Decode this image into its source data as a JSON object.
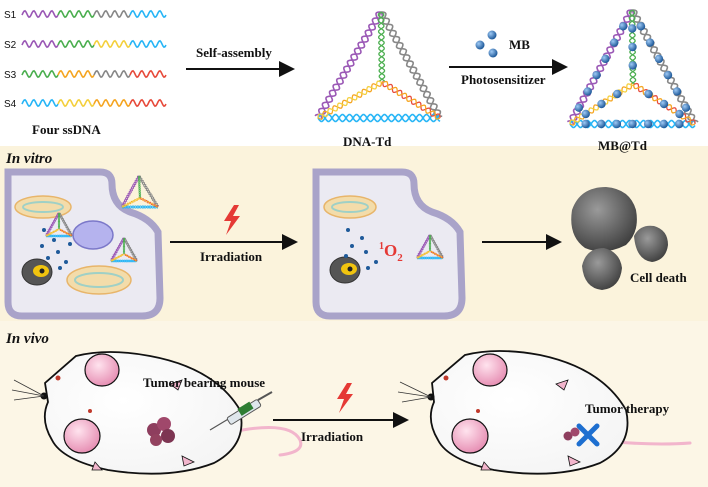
{
  "strands": {
    "s1": "S1",
    "s2": "S2",
    "s3": "S3",
    "s4": "S4",
    "caption": "Four ssDNA"
  },
  "assembly": {
    "arrow_label": "Self-assembly",
    "product": "DNA-Td"
  },
  "loading": {
    "reagent": "MB",
    "arrow_label": "Photosensitizer",
    "product": "MB@Td"
  },
  "in_vitro": {
    "title": "In vitro",
    "arrow_label": "Irradiation",
    "ros_sup": "1",
    "ros_main": "O",
    "ros_sub": "2",
    "outcome": "Cell death"
  },
  "in_vivo": {
    "title": "In vivo",
    "model": "Tumor bearing mouse",
    "arrow_label": "Irradiation",
    "outcome": "Tumor therapy"
  },
  "colors": {
    "purple": "#9b59b6",
    "green": "#4caf50",
    "gray": "#888888",
    "blue": "#29b6f6",
    "yellow": "#f4d03f",
    "red": "#e74c3c",
    "orange": "#f5a623",
    "panel_bg": "#fbf3dc",
    "cell_membrane": "#a9a3c9",
    "cell_inside": "#ebeaf2",
    "bolt": "#e53935",
    "ros": "#e53935",
    "mb_dot": "#1f5a9a"
  },
  "icons": {
    "lightning": "lightning-bolt-icon",
    "cross": "x-mark-icon",
    "syringe": "syringe-icon"
  }
}
